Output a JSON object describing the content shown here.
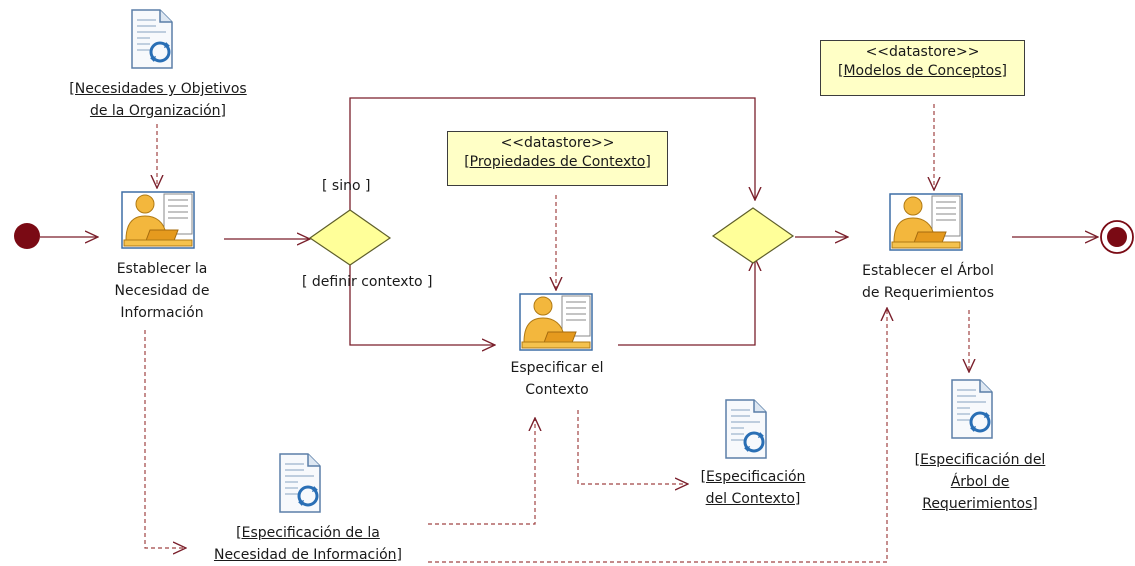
{
  "actions": [
    {
      "id": "a1",
      "label_lines": [
        "Establecer la",
        "Necesidad de",
        "Información"
      ]
    },
    {
      "id": "a2",
      "label_lines": [
        "Especificar el",
        "Contexto"
      ]
    },
    {
      "id": "a3",
      "label_lines": [
        "Establecer el Árbol",
        "de Requerimientos"
      ]
    }
  ],
  "guards": {
    "sino": "[ sino ]",
    "definir_contexto": "[ definir contexto ]"
  },
  "datastores": [
    {
      "id": "ds1",
      "stereotype": "<<datastore>>",
      "name": "[Propiedades de Contexto]"
    },
    {
      "id": "ds2",
      "stereotype": "<<datastore>>",
      "name": "[Modelos de Conceptos]"
    }
  ],
  "documents": [
    {
      "id": "doc1",
      "label_lines": [
        "[Necesidades y Objetivos",
        "de la Organización]"
      ]
    },
    {
      "id": "doc2",
      "label_lines": [
        "[Especificación de la",
        "Necesidad de Información]"
      ]
    },
    {
      "id": "doc3",
      "label_lines": [
        "[Especificación",
        "del Contexto]"
      ]
    },
    {
      "id": "doc4",
      "label_lines": [
        "[Especificación del",
        "Árbol de",
        "Requerimientos]"
      ]
    }
  ],
  "colors": {
    "flow_line": "#7a1f2b",
    "decision_fill": "#ffff99",
    "datastore_fill": "#ffffc6",
    "start_node": "#7a0a14",
    "doc_icon_blue": "#2a6fb5",
    "actor_fill": "#f3b73d"
  }
}
